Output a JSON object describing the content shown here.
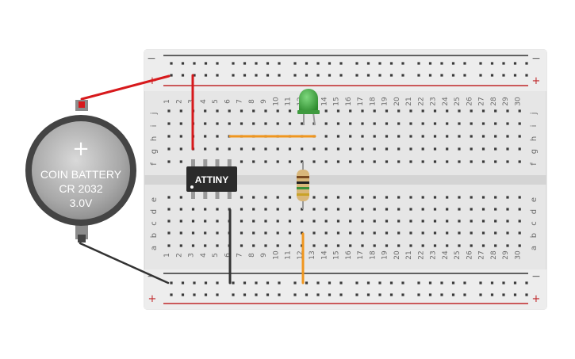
{
  "battery": {
    "label_line1": "COIN BATTERY",
    "label_line2": "CR 2032",
    "label_line3": "3.0V",
    "plus_symbol": "+"
  },
  "chip": {
    "label": "ATTINY"
  },
  "breadboard": {
    "column_count": 30,
    "top_row_letters": [
      "j",
      "i",
      "h",
      "g",
      "f"
    ],
    "bottom_row_letters": [
      "e",
      "d",
      "c",
      "b",
      "a"
    ],
    "rail_minus": "−",
    "rail_plus": "+"
  },
  "colors": {
    "red_wire": "#d7191c",
    "black_wire": "#333333",
    "orange_wire": "#f0961e",
    "led_green": "#3aa83a",
    "breadboard": "#e8e8e8",
    "chip_body": "#2b2b2b",
    "battery_body": "#444444"
  }
}
